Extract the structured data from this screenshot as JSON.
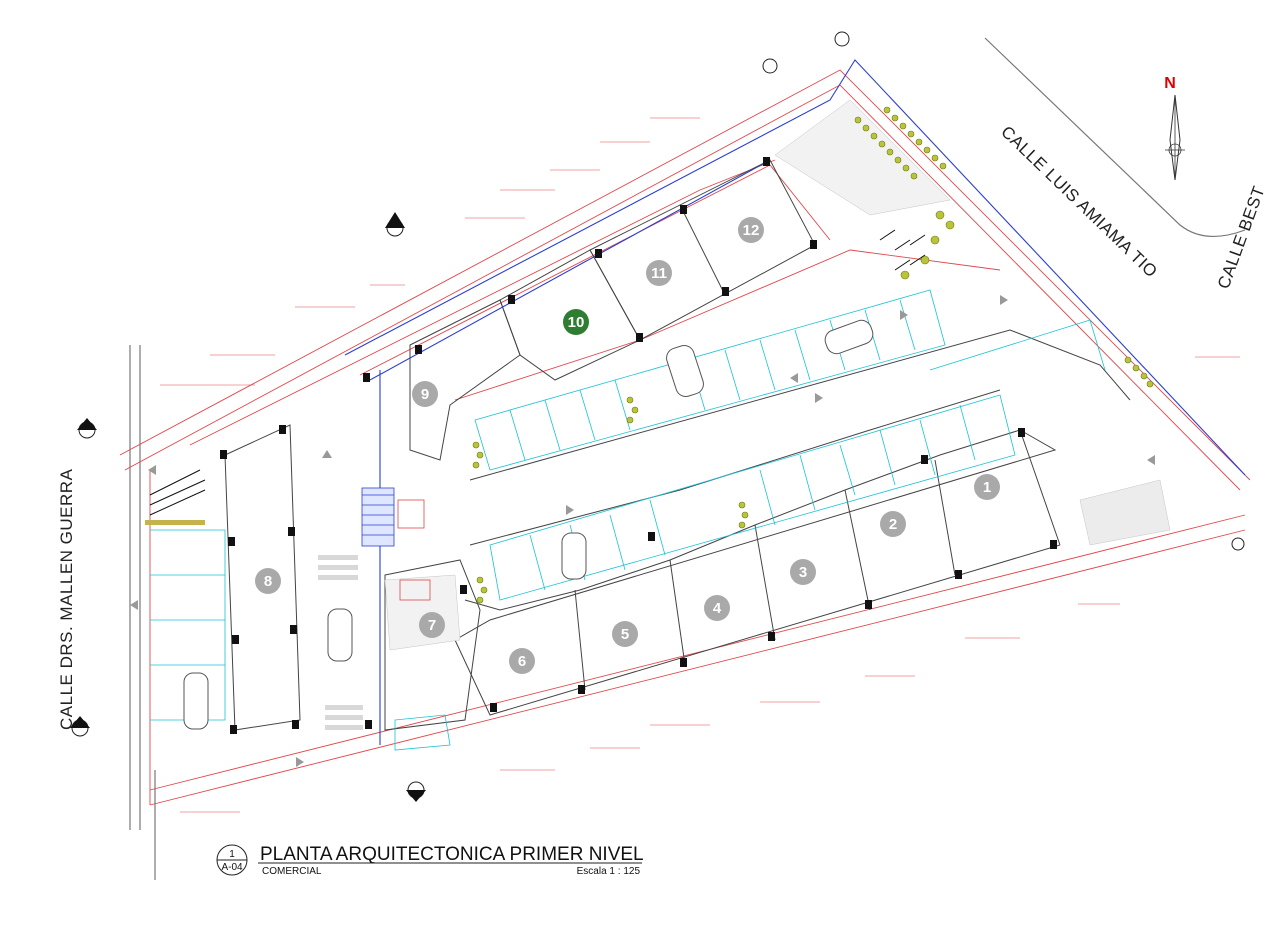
{
  "title": {
    "main": "PLANTA ARQUITECTONICA PRIMER NIVEL",
    "sub": "COMERCIAL",
    "scale": "Escala 1 : 125",
    "symbol_top": "1",
    "symbol_bottom": "A-04"
  },
  "streets": {
    "east": "CALLE LUIS AMIAMA TIO",
    "west": "CALLE DRS. MALLEN GUERRA",
    "north_east_partial": "CALLE BEST"
  },
  "north_arrow": "N",
  "units": [
    {
      "label": "1",
      "color": "#a9a9a9"
    },
    {
      "label": "2",
      "color": "#a9a9a9"
    },
    {
      "label": "3",
      "color": "#a9a9a9"
    },
    {
      "label": "4",
      "color": "#a9a9a9"
    },
    {
      "label": "5",
      "color": "#a9a9a9"
    },
    {
      "label": "6",
      "color": "#a9a9a9"
    },
    {
      "label": "7",
      "color": "#a9a9a9"
    },
    {
      "label": "8",
      "color": "#a9a9a9"
    },
    {
      "label": "9",
      "color": "#a9a9a9"
    },
    {
      "label": "10",
      "color": "#2e7d32"
    },
    {
      "label": "11",
      "color": "#a9a9a9"
    },
    {
      "label": "12",
      "color": "#a9a9a9"
    }
  ],
  "colors": {
    "line_red": "#e0474c",
    "line_cyan": "#19c3d6",
    "line_blue": "#2b3fd1",
    "line_dark": "#333333"
  }
}
